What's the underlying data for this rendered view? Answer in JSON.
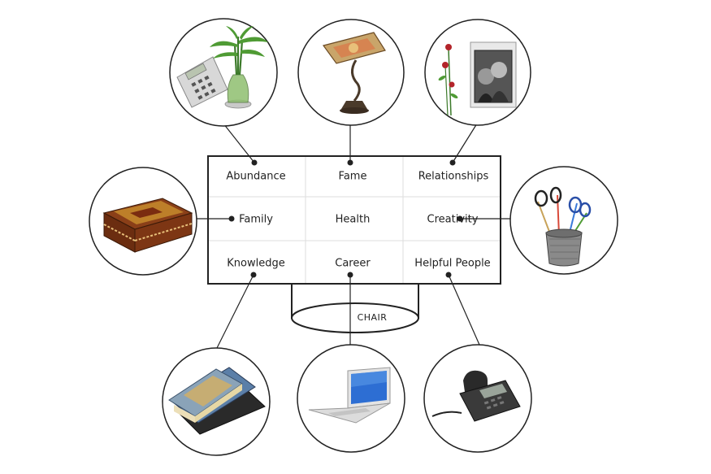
{
  "diagram": {
    "grid": {
      "top_row": [
        "Abundance",
        "Fame",
        "Relationships"
      ],
      "middle_row": [
        "Family",
        "Health",
        "Creativity"
      ],
      "bottom_row": [
        "Knowledge",
        "Career",
        "Helpful People"
      ]
    },
    "chair_label": "CHAIR",
    "objects": {
      "abundance": "calculator and lucky bamboo",
      "fame": "tiffany banker lamp",
      "relationships": "couple photo frame with roses",
      "family": "inlaid wooden box",
      "creativity": "pencil holder with scissors",
      "knowledge": "stack of books",
      "career": "laptop",
      "helpful_people": "office telephone"
    }
  }
}
